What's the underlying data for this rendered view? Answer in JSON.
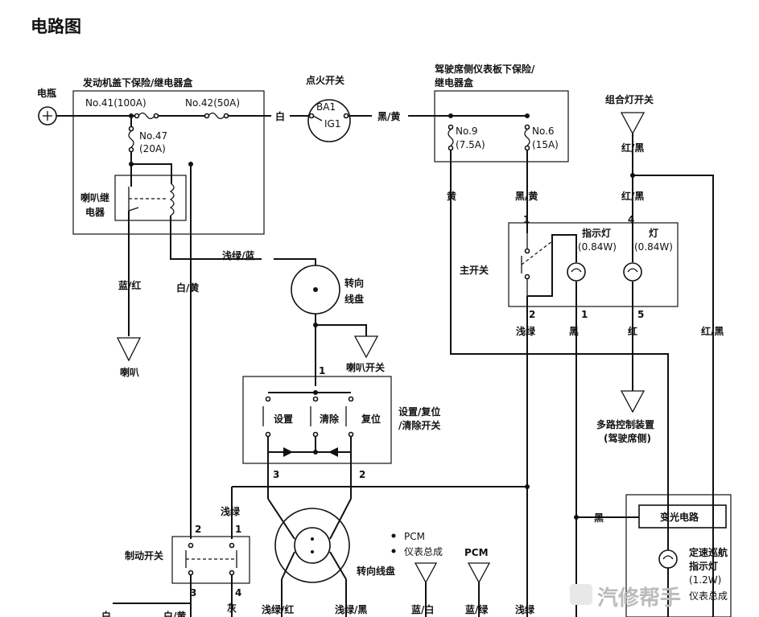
{
  "page_title": "电路图",
  "battery": {
    "label": "电瓶"
  },
  "engine_fuse_box": {
    "title": "发动机盖下保险/继电器盒",
    "fuse_41": "No.41(100A)",
    "fuse_42": "No.42(50A)",
    "fuse_47_no": "No.47",
    "fuse_47_rating": "(20A)",
    "horn_relay_line1": "喇叭继",
    "horn_relay_line2": "电器"
  },
  "ignition": {
    "title": "点火开关",
    "contact_1": "BA1",
    "contact_2": "IG1"
  },
  "dash_fuse_box": {
    "title_line1": "驾驶席侧仪表板下保险/",
    "title_line2": "继电器盒",
    "fuse_9_no": "No.9",
    "fuse_9_rating": "(7.5A)",
    "fuse_6_no": "No.6",
    "fuse_6_rating": "(15A)"
  },
  "combo_light_switch": {
    "title": "组合灯开关"
  },
  "main_switch": {
    "label": "主开关",
    "indicator_title": "指示灯",
    "indicator_rating": "(0.84W)",
    "lamp_title": "灯",
    "lamp_rating": "(0.84W)",
    "pin_top": "1",
    "pin_4": "4",
    "pin_2": "2",
    "pin_1": "1",
    "pin_5": "5"
  },
  "horn": {
    "label": "喇叭"
  },
  "cable_reel_top": {
    "line1": "转向",
    "line2": "线盘"
  },
  "horn_switch": {
    "label": "喇叭开关"
  },
  "set_resume_switch": {
    "title_line1": "设置/复位",
    "title_line2": "/清除开关",
    "set": "设置",
    "cancel": "清除",
    "resume": "复位",
    "pin_1": "1",
    "pin_3": "3",
    "pin_2": "2"
  },
  "multiplex_unit": {
    "line1": "多路控制装置",
    "line2": "(驾驶席侧)"
  },
  "brake_switch": {
    "label": "制动开关",
    "pin_2": "2",
    "pin_1": "1",
    "pin_3": "3",
    "pin_4": "4"
  },
  "cable_reel_bottom": {
    "label": "转向线盘"
  },
  "connection_notes": [
    "PCM",
    "仪表总成"
  ],
  "pcm_terminal": {
    "label": "PCM"
  },
  "dimmer_box": {
    "title": "变光电路",
    "indicator_line1": "定速巡航",
    "indicator_line2": "指示灯",
    "indicator_rating": "(1.2W)",
    "cluster_partial": "仪表总成"
  },
  "wire_colors": {
    "white": "白",
    "black_yellow_top": "黑/黄",
    "red_black_upper": "红/黑",
    "yellow": "黄",
    "black_yellow": "黑/黄",
    "red_black_mid": "红/黑",
    "light_green_blue": "浅绿/蓝",
    "blue_red": "蓝/红",
    "white_yellow": "白/黄",
    "light_green_mid": "浅绿",
    "black_mid": "黑",
    "red_mid": "红",
    "red_black_right": "红/黑",
    "light_green_brake": "浅绿",
    "black_dimmer": "黑",
    "gray": "灰",
    "light_green_red": "浅绿/红",
    "light_green_black": "浅绿/黑",
    "blue_white": "蓝/白",
    "blue_green": "蓝/绿",
    "light_green_bottom": "浅绿",
    "cut_left_1": "白",
    "cut_left_2": "白/黄"
  },
  "watermark": "汽修帮手"
}
